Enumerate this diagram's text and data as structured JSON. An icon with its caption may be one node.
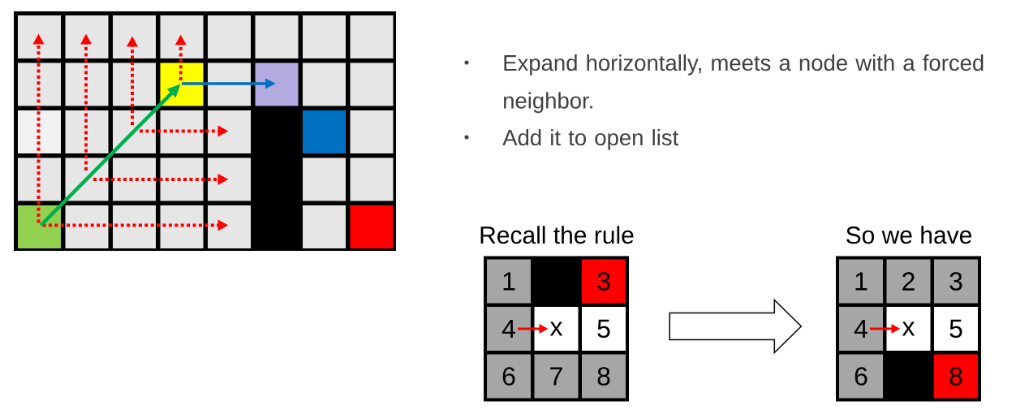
{
  "diagram": {
    "nodes": [
      {
        "text": [],
        "shape": "grid"
      },
      {
        "text": [],
        "shape": "box",
        "in": 0
      },
      {
        "text": [],
        "shape": "box",
        "in": 0
      },
      {
        "text": [],
        "shape": "box",
        "in": 0
      },
      {
        "text": [],
        "shape": "box",
        "in": 0
      },
      {
        "text": [],
        "shape": "box",
        "in": 0
      },
      {
        "text": [],
        "shape": "box",
        "in": 0
      },
      {
        "text": [],
        "shape": "box",
        "in": 0
      },
      {
        "text": [],
        "shape": "box",
        "in": 0
      },
      {
        "text": [
          "Recall the rule"
        ]
      },
      {
        "text": [
          "1"
        ],
        "in": 9
      },
      {
        "text": [
          "3"
        ],
        "in": 9
      },
      {
        "text": [
          "4"
        ],
        "in": 9
      },
      {
        "text": [
          "x"
        ],
        "in": 9
      },
      {
        "text": [
          "5"
        ],
        "in": 9
      },
      {
        "text": [
          "6"
        ],
        "in": 9
      },
      {
        "text": [
          "7"
        ],
        "in": 9
      },
      {
        "text": [
          "8"
        ],
        "in": 9
      },
      {
        "text": [
          "So we have"
        ]
      },
      {
        "text": [
          "1"
        ],
        "in": 18
      },
      {
        "text": [
          "2"
        ],
        "in": 18
      },
      {
        "text": [
          "3"
        ],
        "in": 18
      },
      {
        "text": [
          "4"
        ],
        "in": 18
      },
      {
        "text": [
          "x"
        ],
        "in": 18
      },
      {
        "text": [
          "5"
        ],
        "in": 18
      },
      {
        "text": [
          "6"
        ],
        "in": 18
      },
      {
        "text": [
          "8"
        ],
        "in": 18
      }
    ],
    "edges": [
      {
        "from": 6,
        "to": 3,
        "arrow": "to",
        "color": "#00b050"
      },
      {
        "from": 3,
        "to": 4,
        "arrow": "to",
        "color": "#0070c0"
      },
      {
        "from": 12,
        "to": 13,
        "arrow": "to"
      },
      {
        "from": 9,
        "to": 18,
        "arrow": "to",
        "style": "thick",
        "color": "#000000"
      },
      {
        "from": 22,
        "to": 23,
        "arrow": "to"
      },
      {
        "from": 6,
        "to": 1,
        "arrow": "to",
        "style": "dashed"
      },
      {
        "from": 6,
        "to": 7,
        "arrow": "to",
        "style": "dashed"
      },
      {
        "from": 3,
        "to": 2,
        "arrow": "to",
        "style": "dashed"
      }
    ],
    "labels": [
      "Expand horizontally, meets a node with a forced neighbor.",
      "Add it to open list"
    ]
  }
}
